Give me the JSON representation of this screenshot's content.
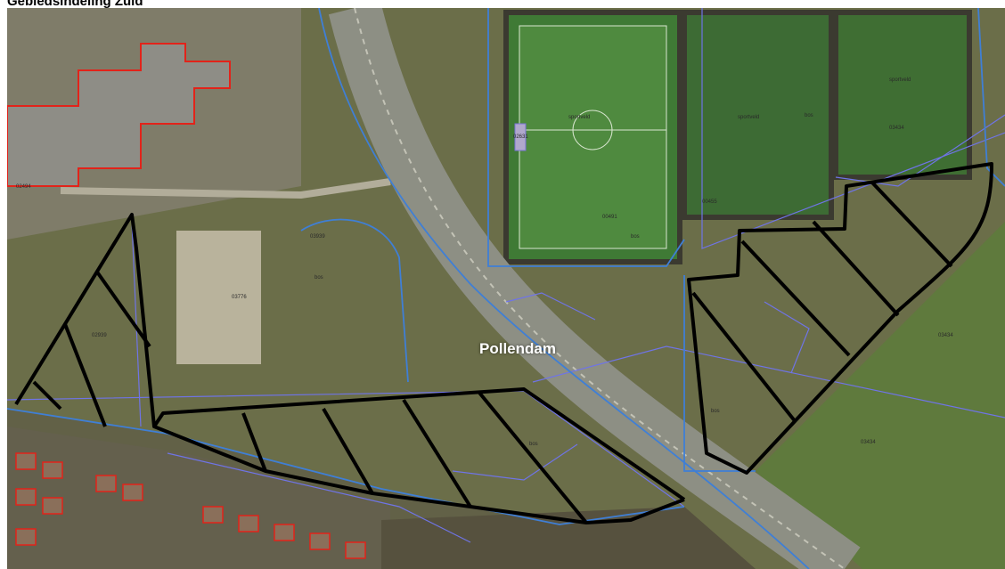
{
  "heading": "Gebiedsindeling Zuid",
  "map": {
    "place_name": "Pollendam",
    "labels": {
      "sportveld_a": "sportveld",
      "sportveld_b": "sportveld",
      "sportveld_c": "sportveld",
      "parcel_1": "03939",
      "parcel_2": "03776",
      "parcel_3": "02939",
      "parcel_4": "03434",
      "parcel_5": "02494",
      "parcel_6": "02631",
      "parcel_7": "03434",
      "parcel_8": "03434",
      "parcel_9": "00491",
      "parcel_10": "00455",
      "parcel_11": "bos",
      "parcel_12": "bos",
      "parcel_13": "bos",
      "parcel_14": "bos",
      "parcel_15": "bos"
    },
    "colors": {
      "parcel_outline": "#6f74e6",
      "water_outline": "#3f7fd6",
      "building_outline": "#e2231a",
      "zone_outline": "#000000",
      "field": "#4f6a3a",
      "grass": "#6d7448",
      "road": "#8d8f84",
      "water": "#5f5b49"
    }
  }
}
